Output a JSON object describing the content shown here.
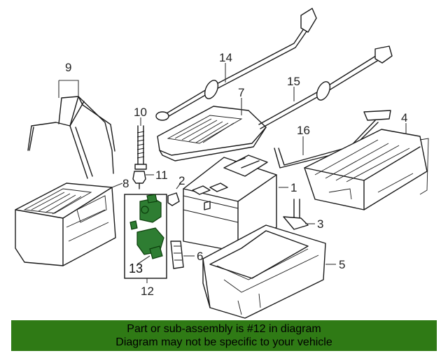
{
  "callouts": [
    "1",
    "2",
    "3",
    "4",
    "5",
    "6",
    "7",
    "8",
    "9",
    "10",
    "11",
    "12",
    "13",
    "14",
    "15",
    "16"
  ],
  "banner": {
    "line1": "Part or sub-assembly is #12 in diagram",
    "line2": "Diagram may not be specific to your vehicle",
    "color": "#2f7a15"
  },
  "highlight": {
    "part": "12",
    "color": "#2e7d32"
  }
}
